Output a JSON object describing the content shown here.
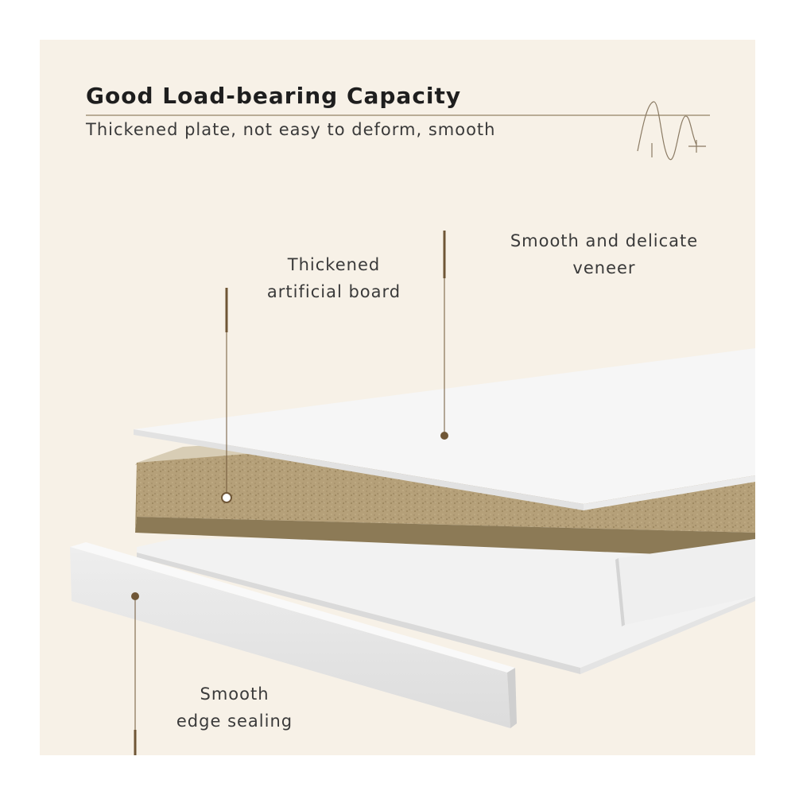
{
  "header": {
    "title": "Good Load-bearing Capacity",
    "subtitle": "Thickened plate, not easy to deform, smooth"
  },
  "callouts": {
    "veneer": "Smooth and delicate\nveneer",
    "board": "Thickened\nartificial board",
    "edge": "Smooth\nedge sealing"
  },
  "colors": {
    "background": "#f7f1e7",
    "accent": "#6f5636",
    "board": "#b5a079",
    "panel_white": "#f6f6f6"
  },
  "icons": {
    "decoration": "waveform-sparkle-icon"
  }
}
